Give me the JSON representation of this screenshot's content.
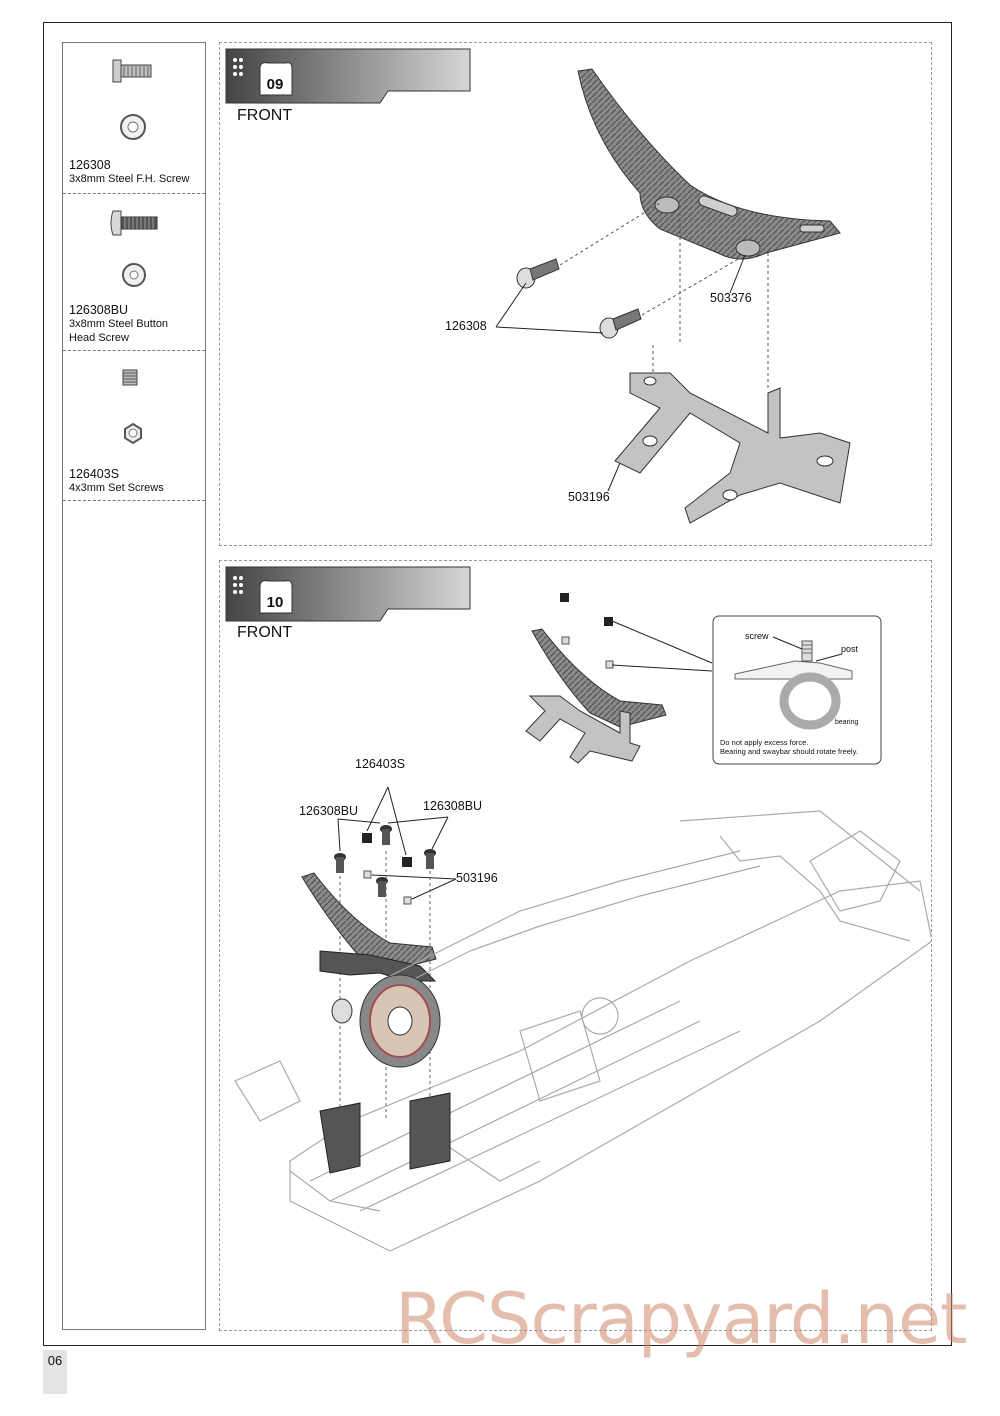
{
  "parts": [
    {
      "code": "126308",
      "desc": [
        "3x8mm Steel F.H. Screw"
      ]
    },
    {
      "code": "126308BU",
      "desc": [
        "3x8mm Steel Button",
        "Head Screw"
      ]
    },
    {
      "code": "126403S",
      "desc": [
        "4x3mm Set Screws"
      ]
    }
  ],
  "step09": {
    "number": "09",
    "front_label": "FRONT",
    "icon": "parts-bag-icon",
    "labels": {
      "screw": "126308",
      "top_plate": "503376",
      "holder": "503196"
    }
  },
  "step10": {
    "number": "10",
    "front_label": "FRONT",
    "icon": "parts-bag-icon",
    "labels": {
      "set_screw": "126403S",
      "button_left": "126308BU",
      "button_right": "126308BU",
      "holder": "503196"
    },
    "inset": {
      "screw": "screw",
      "post": "post",
      "bearing": "bearing",
      "note_line1": "Do not apply excess force.",
      "note_line2": "Bearing and swaybar should rotate freely."
    }
  },
  "page_number": "06",
  "watermark": "RCScrapyard.net"
}
